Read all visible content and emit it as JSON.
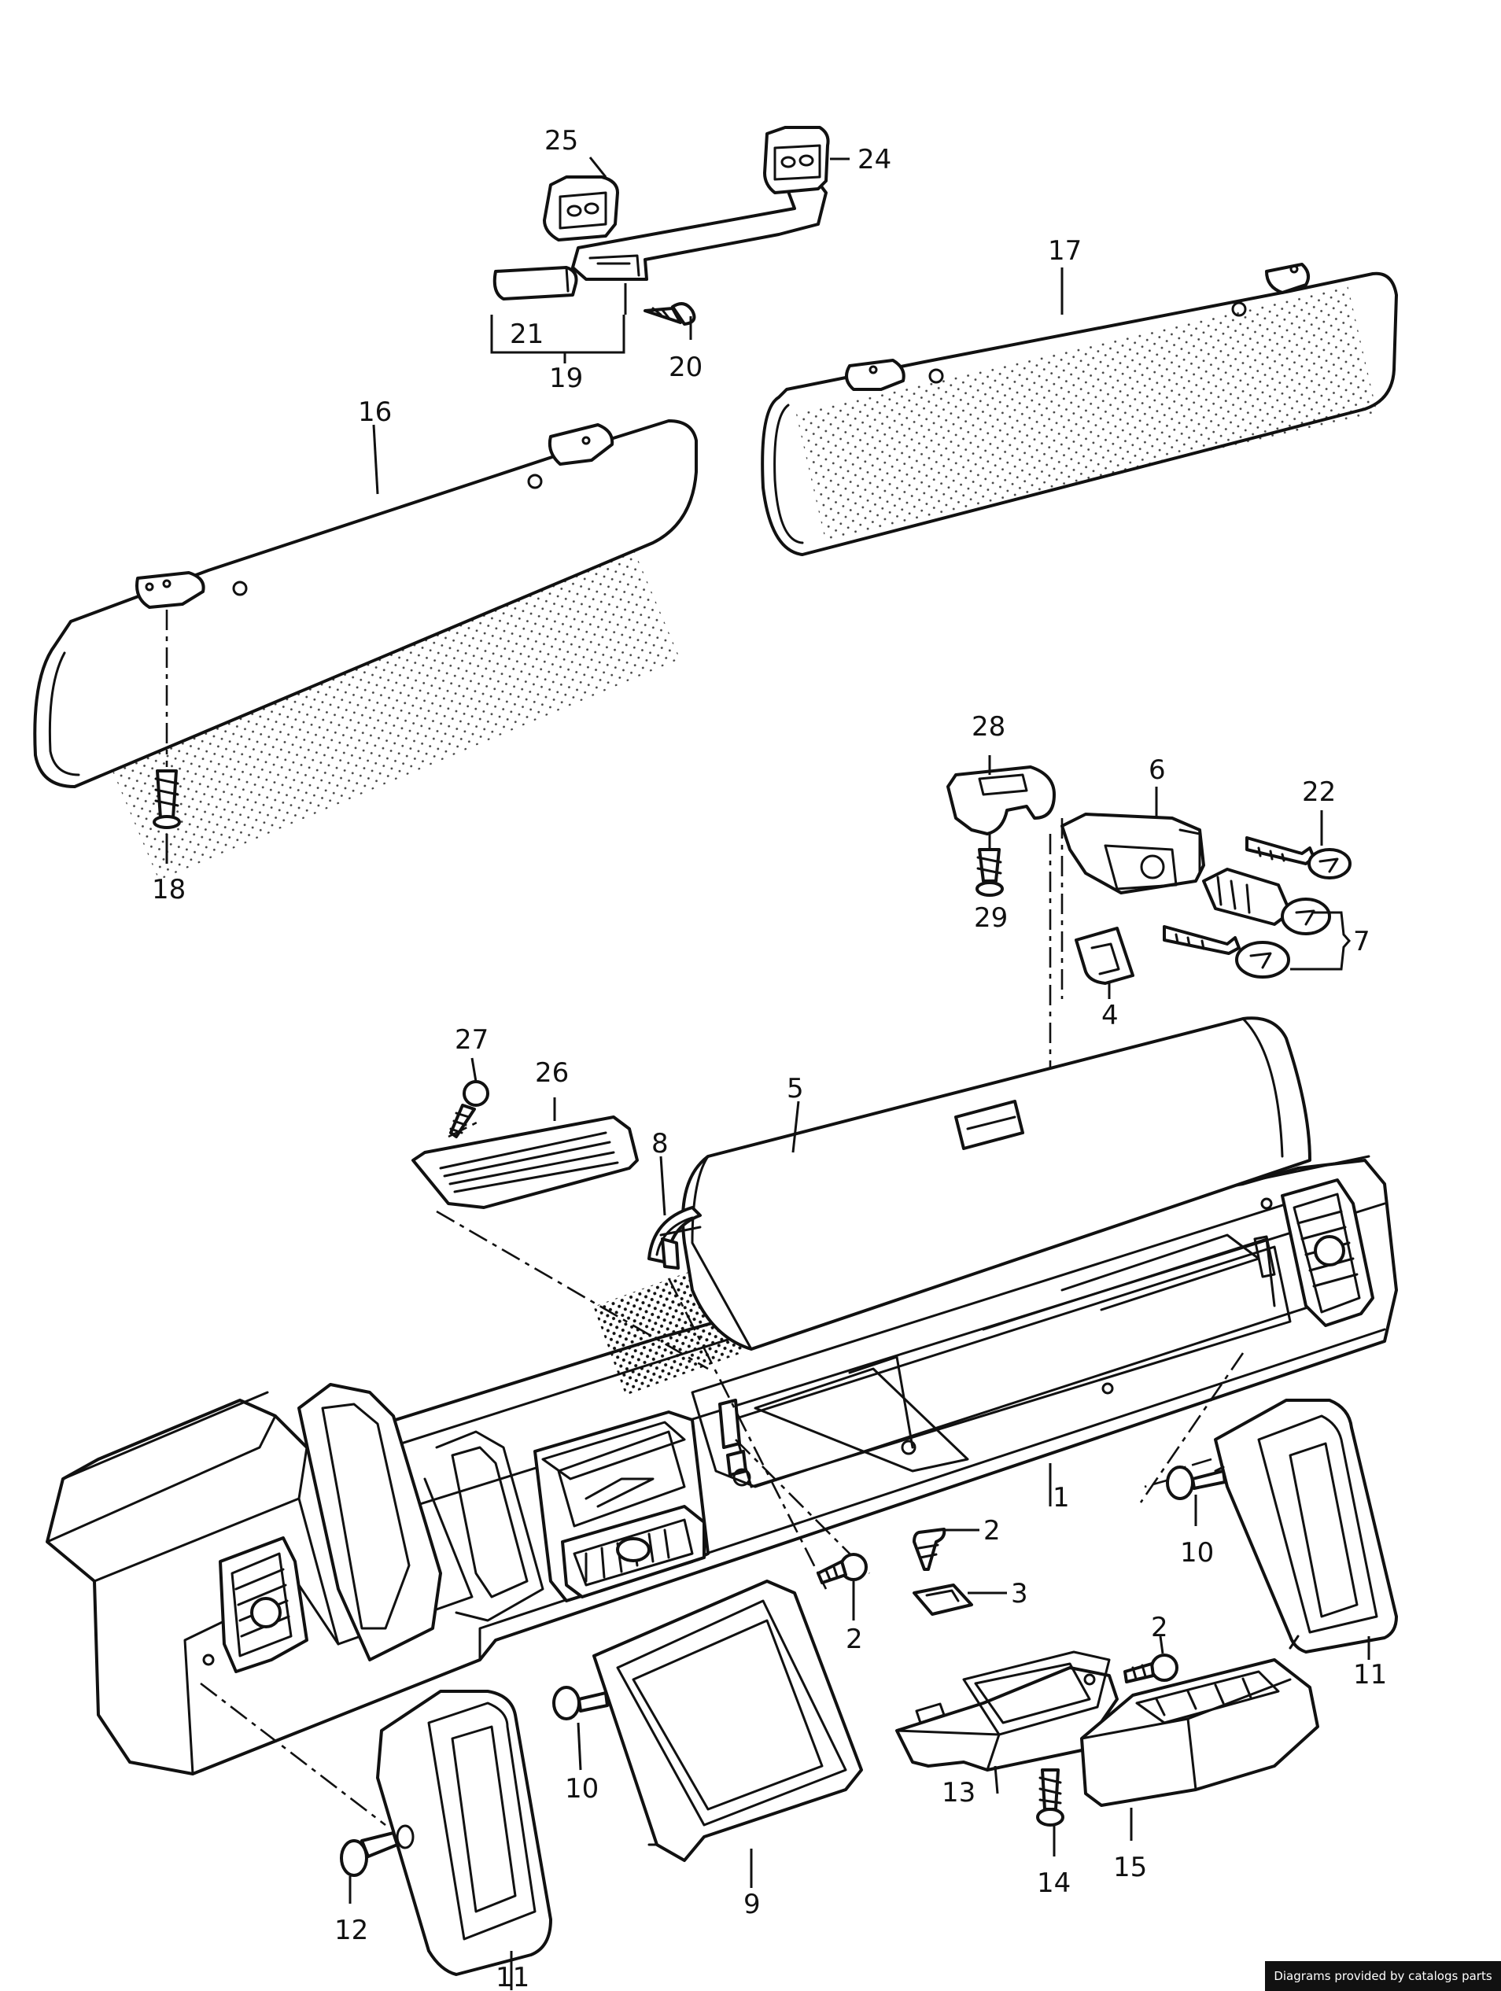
{
  "labels": {
    "p1": "1",
    "p2a": "2",
    "p2b": "2",
    "p2c": "2",
    "p3": "3",
    "p4": "4",
    "p5": "5",
    "p6": "6",
    "p7": "7",
    "p8": "8",
    "p9": "9",
    "p10a": "10",
    "p10b": "10",
    "p11a": "11",
    "p11b": "11",
    "p12": "12",
    "p13": "13",
    "p14": "14",
    "p15": "15",
    "p16": "16",
    "p17": "17",
    "p18": "18",
    "p19": "19",
    "p20": "20",
    "p21": "21",
    "p22": "22",
    "p24": "24",
    "p25": "25",
    "p26": "26",
    "p27": "27",
    "p28": "28",
    "p29": "29"
  },
  "footer": {
    "credit": "Diagrams provided by catalogs parts"
  }
}
